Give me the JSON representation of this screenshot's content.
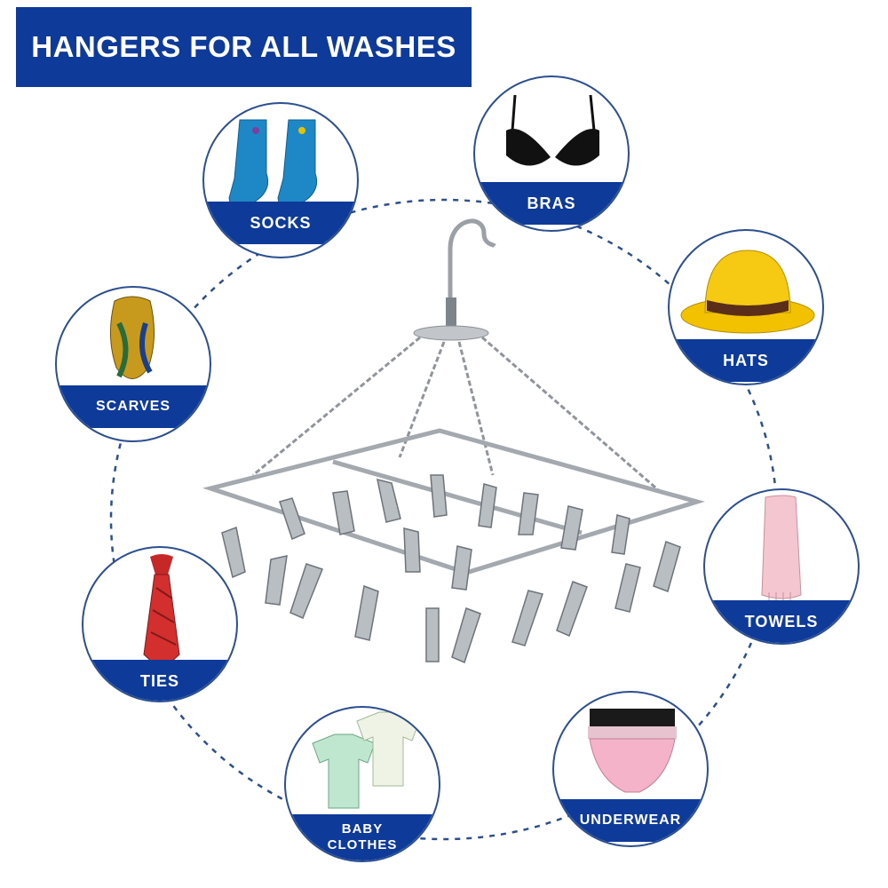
{
  "header": {
    "title": "HANGERS FOR ALL WASHES"
  },
  "colors": {
    "brand_blue": "#0e3a9a",
    "ring": "#2b4f8f"
  },
  "items": [
    {
      "label": "SOCKS",
      "icon": "socks-icon"
    },
    {
      "label": "BRAS",
      "icon": "bra-icon"
    },
    {
      "label": "SCARVES",
      "icon": "scarf-icon"
    },
    {
      "label": "HATS",
      "icon": "hat-icon"
    },
    {
      "label": "TIES",
      "icon": "tie-icon"
    },
    {
      "label": "TOWELS",
      "icon": "towel-icon"
    },
    {
      "label": "BABY",
      "label2": "CLOTHES",
      "icon": "baby-clothes-icon"
    },
    {
      "label": "UNDERWEAR",
      "icon": "underwear-icon"
    }
  ]
}
